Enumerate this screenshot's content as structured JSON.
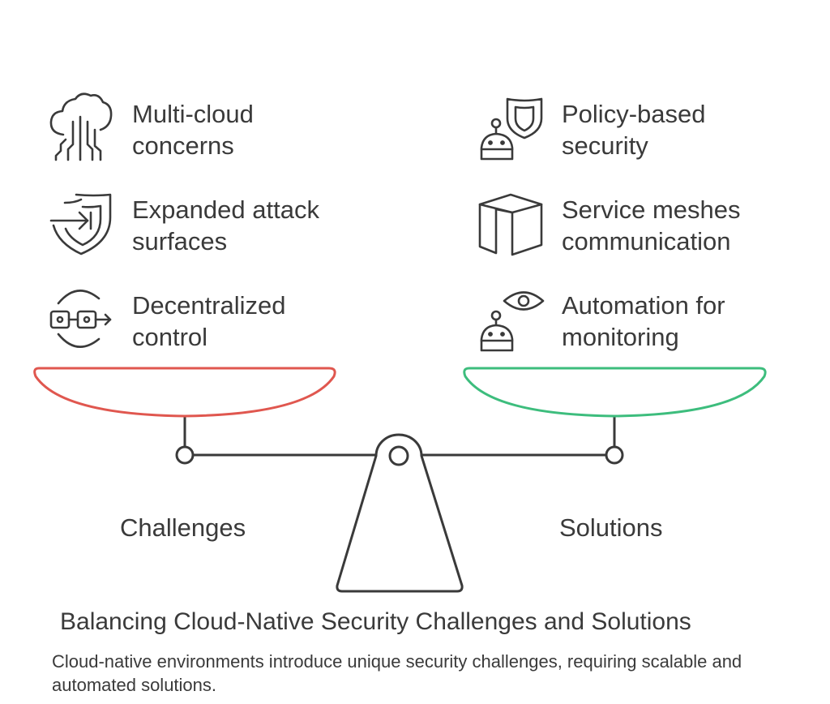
{
  "title": "Balancing Cloud-Native Security Challenges and Solutions",
  "description": "Cloud-native environments introduce unique security challenges, requiring scalable and automated solutions.",
  "colors": {
    "challenges_pan": "#e0574f",
    "solutions_pan": "#3dbd7d",
    "ink": "#3a3a3a"
  },
  "challenges": {
    "label": "Challenges",
    "items": [
      {
        "line1": "Multi-cloud",
        "line2": "concerns",
        "icon": "cloud-network-icon"
      },
      {
        "line1": "Expanded attack",
        "line2": "surfaces",
        "icon": "shield-enter-icon"
      },
      {
        "line1": "Decentralized",
        "line2": "control",
        "icon": "decentralized-nodes-icon"
      }
    ]
  },
  "solutions": {
    "label": "Solutions",
    "items": [
      {
        "line1": "Policy-based",
        "line2": "security",
        "icon": "robot-shield-icon"
      },
      {
        "line1": "Service meshes",
        "line2": "communication",
        "icon": "cube-icon"
      },
      {
        "line1": "Automation for",
        "line2": "monitoring",
        "icon": "robot-eye-icon"
      }
    ]
  }
}
